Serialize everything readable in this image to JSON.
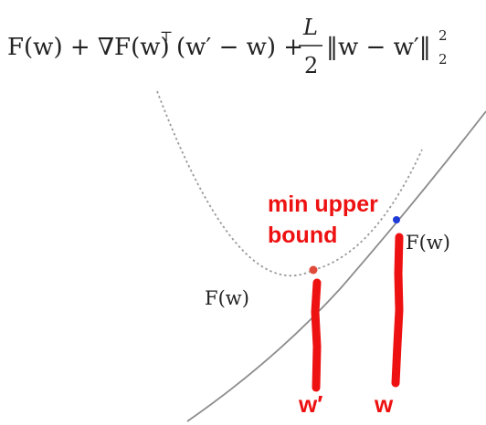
{
  "formula": {
    "lhs_start": "F(w) + ∇F(w)",
    "transpose": "⊤",
    "mid": "(w′ − w) +",
    "frac_num": "L",
    "frac_den": "2",
    "norm": "‖w − w′‖",
    "sup": "2",
    "sub": "2"
  },
  "labels": {
    "annotation_line1": "min upper",
    "annotation_line2": "bound",
    "f_label_curve": "F(w)",
    "f_label_point": "F(w)",
    "w_prime": "w′",
    "w": "w"
  },
  "colors": {
    "function_curve": "#8c8c8c",
    "upper_bound_curve": "#9a9a9a",
    "annotation": "#ee1111",
    "point_w": "#1f3ad6",
    "point_min": "#e04a3a",
    "text": "#222222"
  }
}
